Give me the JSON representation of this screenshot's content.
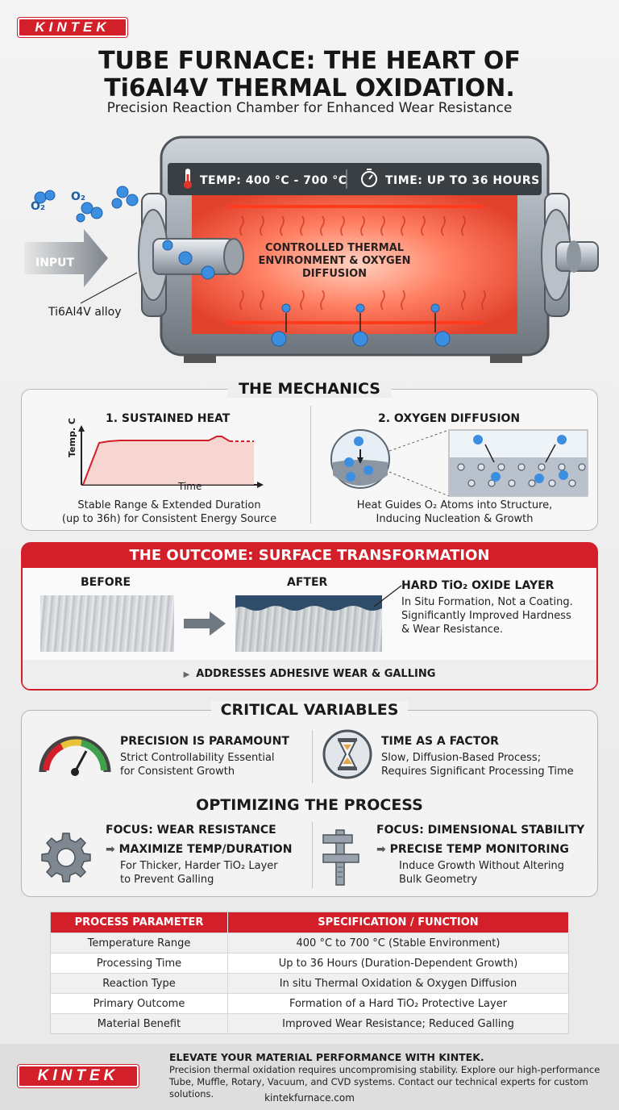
{
  "brand": "KINTEK",
  "header": {
    "title_line1": "TUBE FURNACE: THE HEART OF",
    "title_line2": "Ti6Al4V THERMAL OXIDATION.",
    "subtitle": "Precision Reaction Chamber for Enhanced Wear Resistance"
  },
  "furnace": {
    "temp_label": "TEMP: 400 °C - 700 °C",
    "time_label": "TIME: UP TO 36 HOURS",
    "chamber_line1": "CONTROLLED THERMAL",
    "chamber_line2": "ENVIRONMENT & OXYGEN",
    "chamber_line3": "DIFFUSION",
    "input_label": "INPUT",
    "alloy_label": "Ti6Al4V alloy",
    "molecule_label": "O₂"
  },
  "mechanics": {
    "title": "THE MECHANICS",
    "col1_title": "1. SUSTAINED HEAT",
    "col1_ylabel": "Temp. C",
    "col1_xlabel": "Time",
    "col1_desc_line1": "Stable Range & Extended Duration",
    "col1_desc_line2": "(up to 36h) for Consistent Energy Source",
    "col2_title": "2. OXYGEN DIFFUSION",
    "col2_desc_line1": "Heat Guides O₂ Atoms into Structure,",
    "col2_desc_line2": "Inducing Nucleation & Growth"
  },
  "outcome": {
    "title": "THE OUTCOME: SURFACE TRANSFORMATION",
    "before_label": "BEFORE",
    "after_label": "AFTER",
    "oxide_title": "HARD TiO₂ OXIDE LAYER",
    "oxide_line1": "In Situ Formation, Not a Coating.",
    "oxide_line2": "Significantly Improved Hardness",
    "oxide_line3": "& Wear Resistance.",
    "footer": "ADDRESSES ADHESIVE WEAR & GALLING"
  },
  "critical": {
    "title": "CRITICAL VARIABLES",
    "var1_title": "PRECISION IS PARAMOUNT",
    "var1_line1": "Strict Controllability Essential",
    "var1_line2": "for Consistent Growth",
    "var2_title": "TIME AS A FACTOR",
    "var2_line1": "Slow, Diffusion-Based Process;",
    "var2_line2": "Requires Significant Processing Time",
    "optimize_title": "OPTIMIZING THE PROCESS",
    "focus1_title": "FOCUS: WEAR RESISTANCE",
    "focus1_action": "MAXIMIZE TEMP/DURATION",
    "focus1_line1": "For Thicker, Harder TiO₂ Layer",
    "focus1_line2": "to Prevent Galling",
    "focus2_title": "FOCUS: DIMENSIONAL STABILITY",
    "focus2_action": "PRECISE TEMP MONITORING",
    "focus2_line1": "Induce Growth Without Altering",
    "focus2_line2": "Bulk Geometry"
  },
  "table": {
    "headers": [
      "PROCESS PARAMETER",
      "SPECIFICATION / FUNCTION"
    ],
    "rows": [
      [
        "Temperature Range",
        "400 °C to 700 °C (Stable Environment)"
      ],
      [
        "Processing Time",
        "Up to 36 Hours (Duration-Dependent Growth)"
      ],
      [
        "Reaction Type",
        "In situ Thermal Oxidation & Oxygen Diffusion"
      ],
      [
        "Primary Outcome",
        "Formation of a Hard TiO₂ Protective Layer"
      ],
      [
        "Material Benefit",
        "Improved Wear Resistance; Reduced Galling"
      ]
    ]
  },
  "footer": {
    "title": "ELEVATE YOUR MATERIAL PERFORMANCE WITH KINTEK.",
    "text": "Precision thermal oxidation requires uncompromising stability. Explore our high-performance Tube, Muffle, Rotary, Vacuum, and CVD systems. Contact our technical experts for custom solutions.",
    "url": "kintekfurnace.com"
  },
  "colors": {
    "brand_red": "#d31f2a",
    "furnace_glow": "#ff5a3c",
    "oxygen_blue": "#2f7fd0",
    "steel": "#9aa3ad"
  }
}
